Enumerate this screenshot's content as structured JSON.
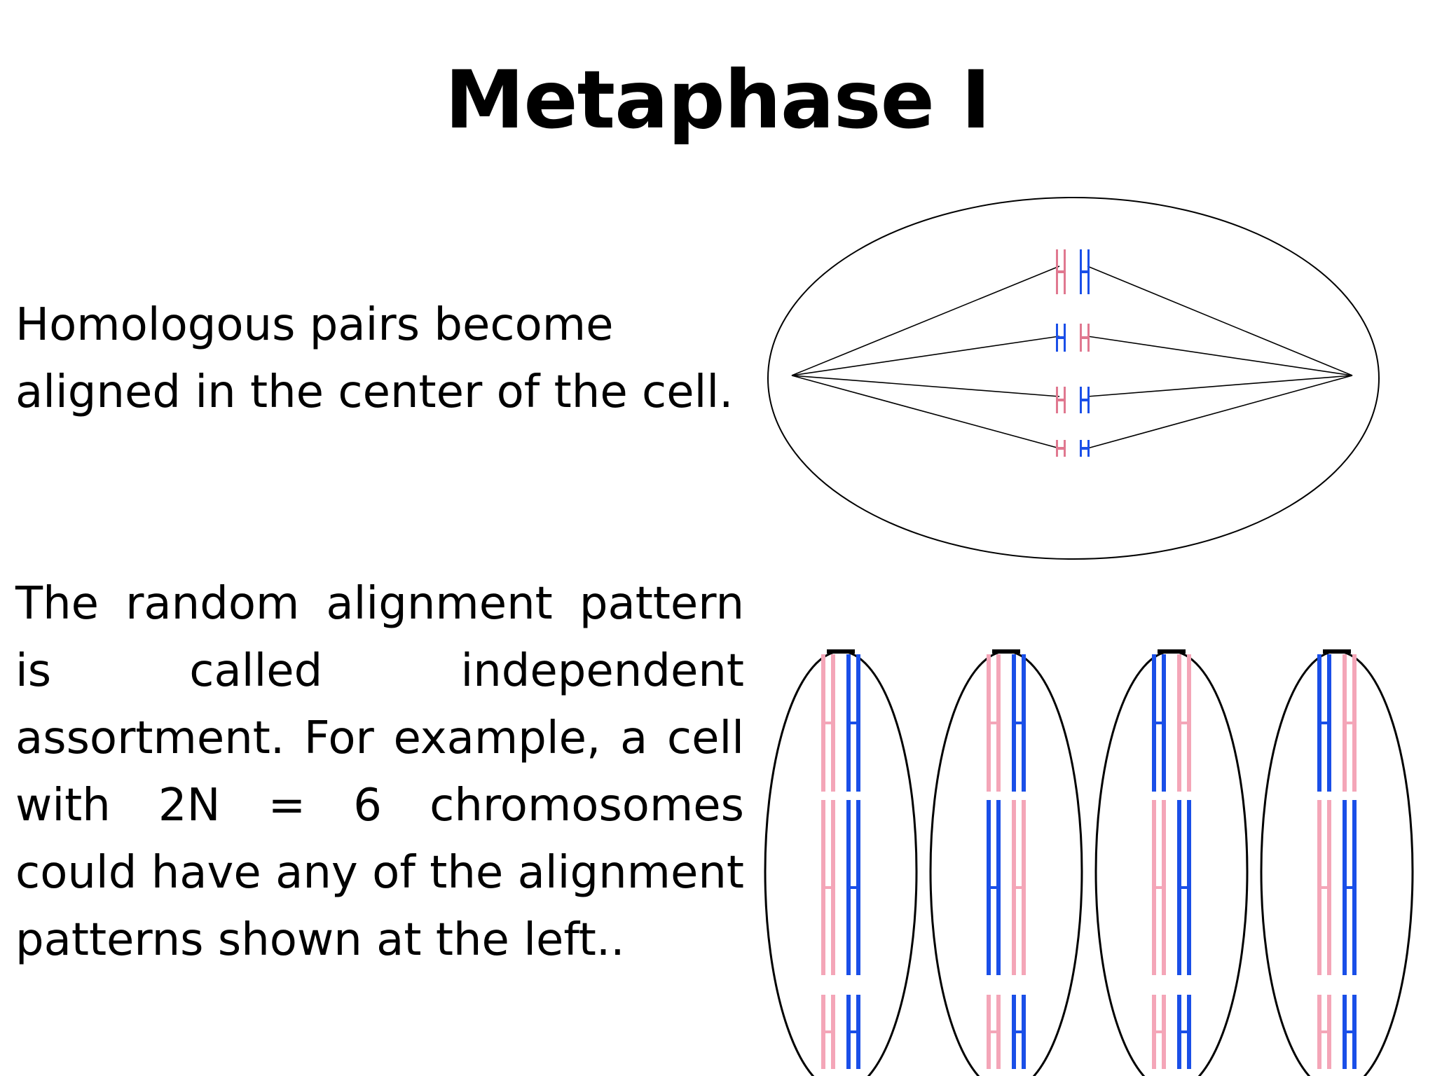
{
  "slide": {
    "title": "Metaphase I",
    "paragraph_1": "Homologous pairs become aligned in the center of the cell.",
    "paragraph_2": "The random alignment pattern is called independent assortment. For example, a cell with 2N = 6 chromosomes could have any of the alignment patterns shown at the left.."
  },
  "colors": {
    "maternal_chromosome": "#f4a6b8",
    "maternal_chromosome_top": "#e07890",
    "paternal_chromosome": "#1a4fe8",
    "outline": "#000000",
    "background": "#ffffff"
  },
  "diagram_metaphase_cell": {
    "pair_count": 4,
    "pair_order_left_to_right": [
      [
        "maternal",
        "paternal"
      ],
      [
        "paternal",
        "maternal"
      ],
      [
        "maternal",
        "paternal"
      ],
      [
        "maternal",
        "paternal"
      ]
    ]
  },
  "diagram_alignment_patterns": {
    "pattern_count": 4,
    "patterns": [
      [
        [
          "maternal",
          "paternal"
        ],
        [
          "maternal",
          "paternal"
        ],
        [
          "maternal",
          "paternal"
        ]
      ],
      [
        [
          "maternal",
          "paternal"
        ],
        [
          "paternal",
          "maternal"
        ],
        [
          "maternal",
          "paternal"
        ]
      ],
      [
        [
          "paternal",
          "maternal"
        ],
        [
          "maternal",
          "paternal"
        ],
        [
          "maternal",
          "paternal"
        ]
      ],
      [
        [
          "paternal",
          "maternal"
        ],
        [
          "maternal",
          "paternal"
        ],
        [
          "maternal",
          "paternal"
        ]
      ]
    ]
  }
}
